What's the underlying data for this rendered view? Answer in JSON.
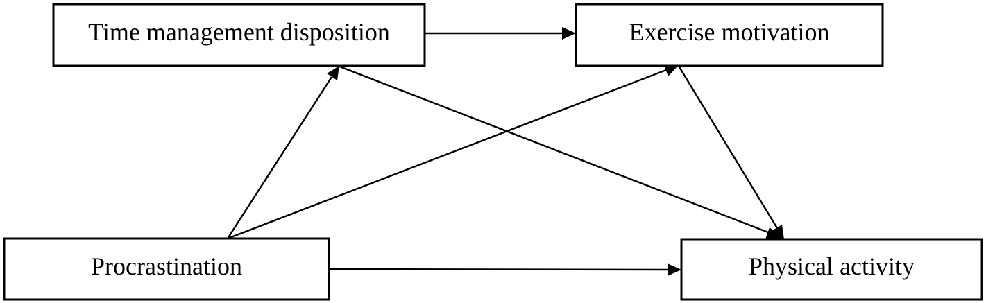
{
  "nodes": {
    "time_management": {
      "label": "Time management disposition"
    },
    "exercise_motivation": {
      "label": "Exercise motivation"
    },
    "procrastination": {
      "label": "Procrastination"
    },
    "physical_activity": {
      "label": "Physical activity"
    }
  },
  "edges": [
    {
      "from": "Time management disposition",
      "to": "Exercise motivation"
    },
    {
      "from": "Time management disposition",
      "to": "Physical activity"
    },
    {
      "from": "Procrastination",
      "to": "Time management disposition"
    },
    {
      "from": "Procrastination",
      "to": "Exercise motivation"
    },
    {
      "from": "Procrastination",
      "to": "Physical activity"
    },
    {
      "from": "Exercise motivation",
      "to": "Physical activity"
    }
  ],
  "colors": {
    "stroke": "#000000",
    "background": "#ffffff"
  }
}
